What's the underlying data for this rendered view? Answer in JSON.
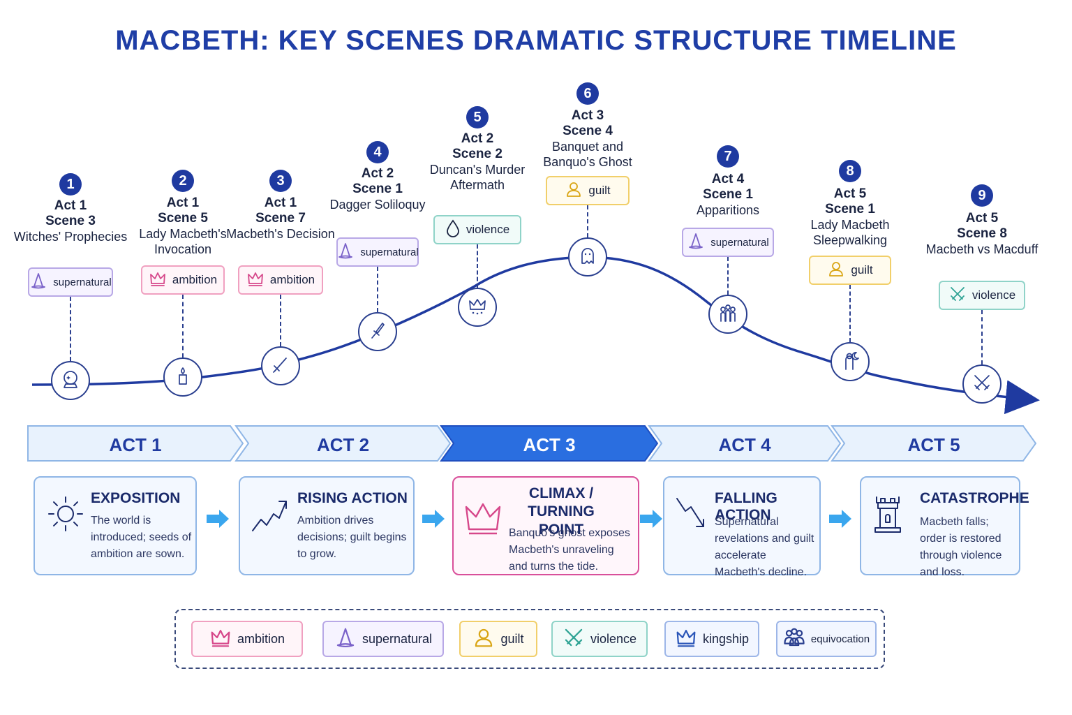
{
  "title": "MACBETH: KEY SCENES DRAMATIC STRUCTURE TIMELINE",
  "scenes": [
    {
      "num": "1",
      "act": "Act 1",
      "scene": "Scene 3",
      "name": "Witches' Prophecies",
      "theme": "supernatural",
      "theme_label": "supernatural",
      "node_icon": "crystal-ball-icon"
    },
    {
      "num": "2",
      "act": "Act 1",
      "scene": "Scene 5",
      "name": "Lady Macbeth's Invocation",
      "theme": "ambition",
      "theme_label": "ambition",
      "node_icon": "candle-icon"
    },
    {
      "num": "3",
      "act": "Act 1",
      "scene": "Scene 7",
      "name": "Macbeth's Decision",
      "theme": "ambition",
      "theme_label": "ambition",
      "node_icon": "sword-icon"
    },
    {
      "num": "4",
      "act": "Act 2",
      "scene": "Scene 1",
      "name": "Dagger Soliloquy",
      "theme": "supernatural",
      "theme_label": "supernatural",
      "node_icon": "dagger-icon"
    },
    {
      "num": "5",
      "act": "Act 2",
      "scene": "Scene 2",
      "name": "Duncan's Murder Aftermath",
      "theme": "violence",
      "theme_label": "violence",
      "node_icon": "bloody-crown-icon"
    },
    {
      "num": "6",
      "act": "Act 3",
      "scene": "Scene 4",
      "name": "Banquet and Banquo's Ghost",
      "theme": "guilt",
      "theme_label": "guilt",
      "node_icon": "ghost-icon"
    },
    {
      "num": "7",
      "act": "Act 4",
      "scene": "Scene 1",
      "name": "Apparitions",
      "theme": "supernatural",
      "theme_label": "supernatural",
      "node_icon": "apparitions-icon"
    },
    {
      "num": "8",
      "act": "Act 5",
      "scene": "Scene 1",
      "name": "Lady Macbeth Sleepwalking",
      "theme": "guilt",
      "theme_label": "guilt",
      "node_icon": "sleepwalker-moon-icon"
    },
    {
      "num": "9",
      "act": "Act 5",
      "scene": "Scene 8",
      "name": "Macbeth vs Macduff",
      "theme": "violence",
      "theme_label": "violence",
      "node_icon": "crossed-swords-icon"
    }
  ],
  "acts": [
    {
      "label": "ACT 1",
      "active": false
    },
    {
      "label": "ACT 2",
      "active": false
    },
    {
      "label": "ACT 3",
      "active": true
    },
    {
      "label": "ACT 4",
      "active": false
    },
    {
      "label": "ACT 5",
      "active": false
    }
  ],
  "stages": [
    {
      "heading": "EXPOSITION",
      "text": "The world is introduced; seeds of ambition are sown.",
      "icon": "sun-icon"
    },
    {
      "heading": "RISING ACTION",
      "text": "Ambition drives decisions; guilt begins to grow.",
      "icon": "rising-chart-icon"
    },
    {
      "heading": "CLIMAX / TURNING POINT",
      "text": "Banquo's ghost exposes Macbeth's unraveling and turns the tide.",
      "icon": "crown-icon"
    },
    {
      "heading": "FALLING ACTION",
      "text": "Supernatural revelations and guilt accelerate Macbeth's decline.",
      "icon": "falling-arrow-icon"
    },
    {
      "heading": "CATASTROPHE",
      "text": "Macbeth falls; order is restored through violence and loss.",
      "icon": "tower-icon"
    }
  ],
  "legend": [
    {
      "label": "ambition",
      "theme": "ambition"
    },
    {
      "label": "supernatural",
      "theme": "supernatural"
    },
    {
      "label": "guilt",
      "theme": "guilt"
    },
    {
      "label": "violence",
      "theme": "violence"
    },
    {
      "label": "kingship",
      "theme": "kingship"
    },
    {
      "label": "equivocation",
      "theme": "equivocation"
    }
  ],
  "colors": {
    "title": "#1f3ea6",
    "curve": "#1f3aa0",
    "act_active": "#2a6ee0",
    "act_inactive": "#e8f2fd",
    "ambition": "#d6478a",
    "supernatural": "#7a62c9",
    "guilt": "#d9a514",
    "violence": "#2ea394",
    "kingship": "#2a55b8"
  }
}
